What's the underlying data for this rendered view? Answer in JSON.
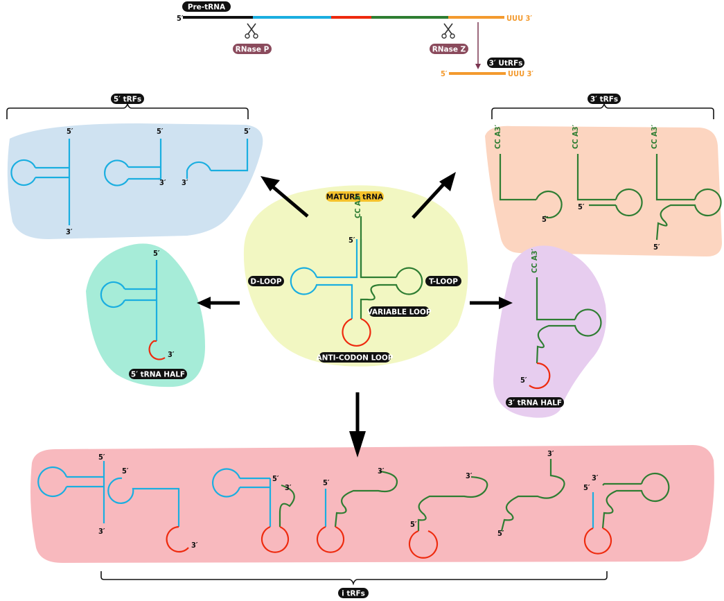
{
  "pre_trna": {
    "label": "Pre-tRNA",
    "five_prime": "5′",
    "tail": "UUU 3′",
    "rnase_p": "RNase P",
    "rnase_z": "RNase Z",
    "utrf_label": "3′ UtRFs",
    "utrf_five": "5′",
    "utrf_tail": "UUU 3′"
  },
  "groups": {
    "five_trfs": "5′ tRFs",
    "three_trfs": "3′ tRFs",
    "five_half": "5′ tRNA HALF",
    "three_half": "3′ tRNA HALF",
    "i_trfs": "i tRFs"
  },
  "mature": {
    "title": "MATURE tRNA",
    "cca": "CC A3′",
    "five": "5′",
    "d_loop": "D-LOOP",
    "t_loop": "T-LOOP",
    "variable_loop": "VARIABLE LOOP",
    "anticodon_loop": "ANTI-CODON LOOP"
  },
  "ends": {
    "five": "5′",
    "three": "3′",
    "cca": "CC A3′"
  },
  "colors": {
    "five_trfs_bg": "#cfe2f1",
    "three_trfs_bg": "#fcd5c0",
    "mature_bg": "#f2f7c2",
    "five_half_bg": "#a6ecd8",
    "three_half_bg": "#e7cdef",
    "i_trfs_bg": "#f8b9be",
    "mature_title_bg": "#f6c22c",
    "rnase_bg": "#8a4a5c",
    "d_arm": "#1aaee0",
    "t_arm": "#2e7d32",
    "anticodon": "#ee2a0e",
    "trailer": "#f39a2e",
    "leader": "#111111"
  }
}
